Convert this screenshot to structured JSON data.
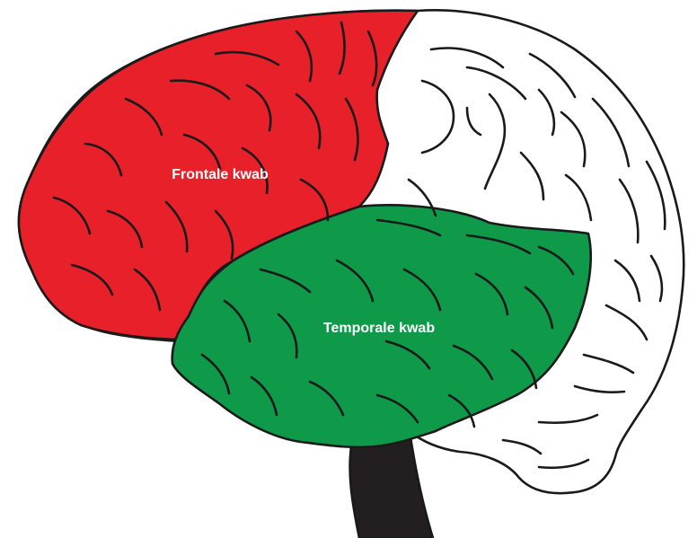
{
  "diagram": {
    "regions": [
      {
        "id": "frontal",
        "label": "Frontale kwab",
        "color": "#e8202a"
      },
      {
        "id": "temporal",
        "label": "Temporale kwab",
        "color": "#0e9a48"
      },
      {
        "id": "rest",
        "label": "",
        "color": "#ffffff"
      },
      {
        "id": "brainstem",
        "label": "",
        "color": "#231f20"
      }
    ]
  }
}
